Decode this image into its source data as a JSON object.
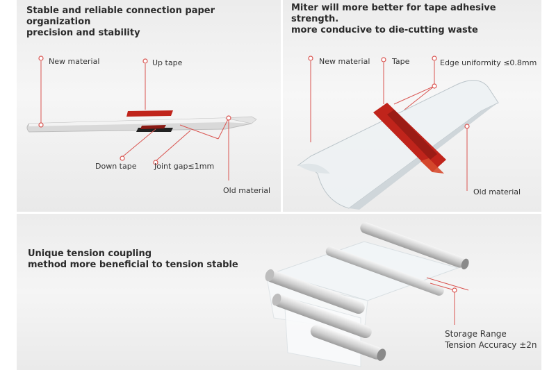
{
  "colors": {
    "callout": "#d9534f",
    "tape": "#c0241b",
    "background": "#f2f2f2"
  },
  "panel_splice": {
    "heading_line1": "Stable and reliable connection paper organization",
    "heading_line2": "precision and stability",
    "labels": {
      "new_material": "New material",
      "up_tape": "Up tape",
      "down_tape": "Down tape",
      "joint_gap": "Joint gap≤1mm",
      "old_material": "Old material"
    }
  },
  "panel_miter": {
    "heading_line1": "Miter  will more better for tape adhesive strength.",
    "heading_line2": "more conducive to die-cutting waste",
    "labels": {
      "new_material": "New material",
      "tape": "Tape",
      "edge_uniformity": "Edge uniformity ≤0.8mm",
      "old_material": "Old material"
    }
  },
  "panel_tension": {
    "heading_line1": "Unique tension coupling",
    "heading_line2": "method more beneficial to tension stable",
    "labels": {
      "storage_range": "Storage Range",
      "tension_accuracy": "Tension Accuracy ±2n"
    }
  }
}
